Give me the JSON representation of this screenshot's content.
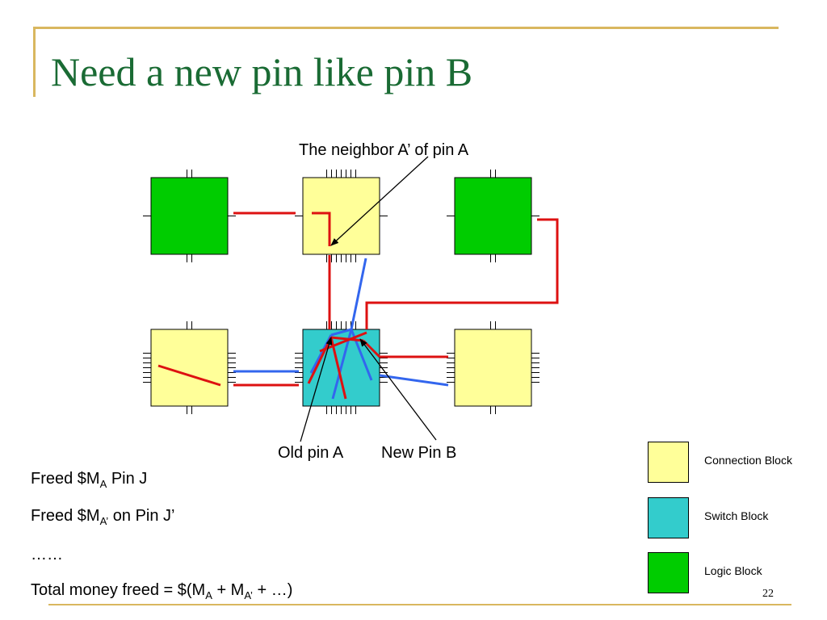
{
  "slide": {
    "title": "Need a new pin like pin B",
    "page_number": "22"
  },
  "diagram": {
    "annotations": {
      "neighbor": "The neighbor A’ of pin A",
      "old_pin": "Old pin A",
      "new_pin": "New Pin B"
    },
    "colors": {
      "connection_block": "#ffff99",
      "switch_block": "#33cccc",
      "logic_block": "#00cc00",
      "red_wire": "#dd1111",
      "blue_wire": "#3366ee"
    }
  },
  "body": {
    "line1": {
      "prefix": "Freed $M",
      "sub": "A",
      "suffix": " Pin J"
    },
    "line2": {
      "prefix": "Freed $M",
      "sub": "A’",
      "suffix": " on Pin J’"
    },
    "line3": {
      "text": "……"
    },
    "line4": {
      "prefix": "Total money freed = $(M",
      "sub1": "A",
      "mid": " + M",
      "sub2": "A’",
      "suffix": " + …)"
    }
  },
  "legend": {
    "items": [
      {
        "label": "Connection Block",
        "color": "#ffff99"
      },
      {
        "label": "Switch Block",
        "color": "#33cccc"
      },
      {
        "label": "Logic Block",
        "color": "#00cc00"
      }
    ]
  }
}
